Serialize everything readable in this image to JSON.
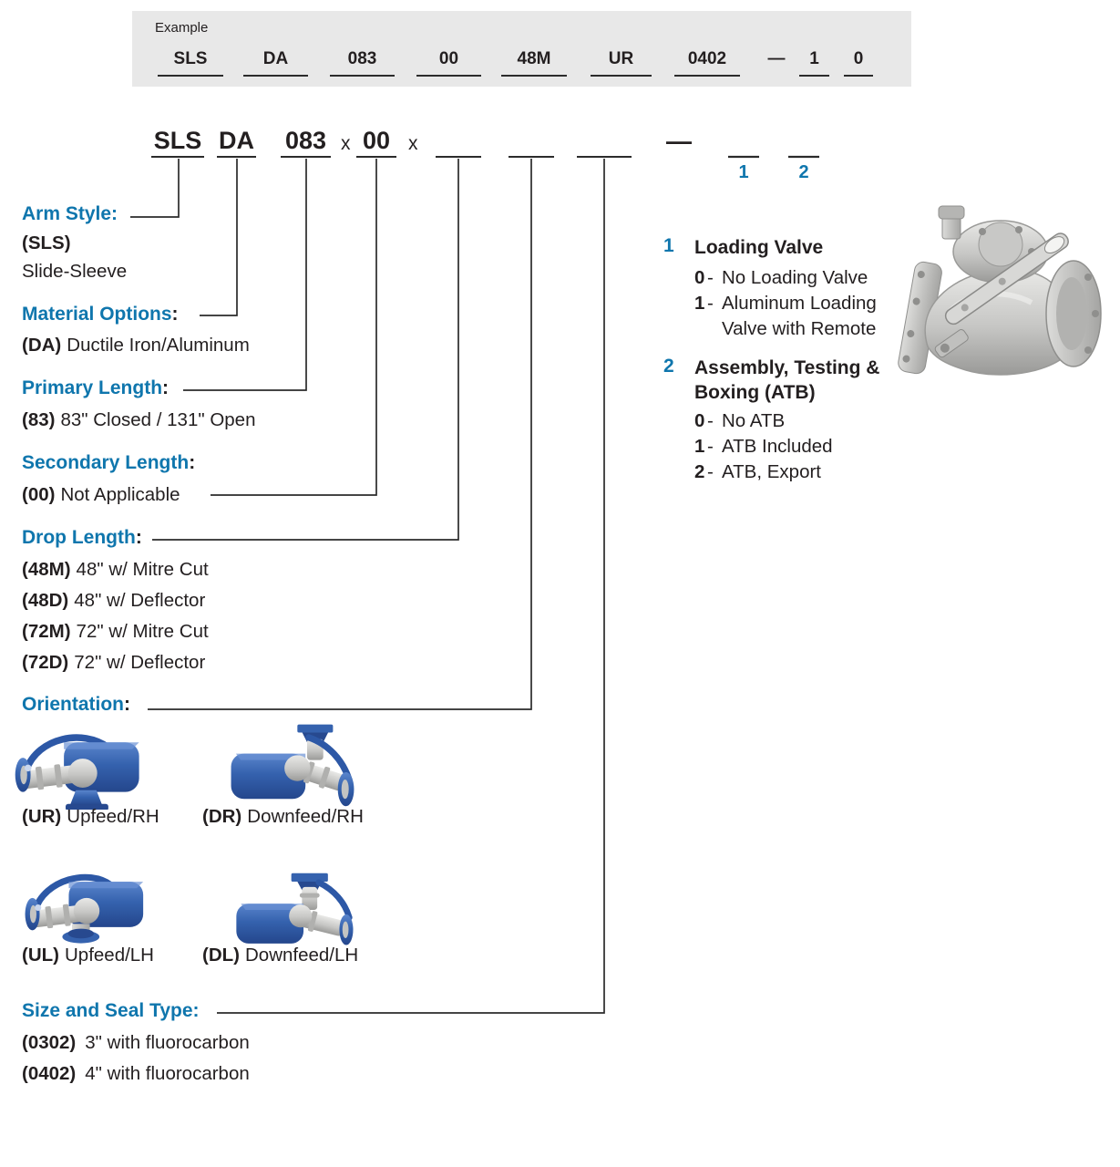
{
  "colors": {
    "blue": "#0f76ad",
    "text": "#231f20",
    "bar_bg": "#e8e8e8",
    "line": "#2b2b2b",
    "arm_blue": "#3562ae",
    "arm_blue_dark": "#27498f",
    "pipe_gray": "#c9c9c6"
  },
  "example": {
    "title": "Example",
    "segments": [
      "SLS",
      "DA",
      "083",
      "00",
      "48M",
      "UR",
      "0402",
      "—",
      "1",
      "0"
    ]
  },
  "code_line": {
    "seg1": "SLS",
    "seg2": "DA",
    "seg3": "083",
    "sep": "x",
    "seg4": "00",
    "dash": "—",
    "ref1": "1",
    "ref2": "2"
  },
  "left": {
    "arm_style": {
      "label": "Arm Style",
      "colon": ":",
      "code": "(SLS)",
      "desc": "Slide-Sleeve"
    },
    "material_options": {
      "label": "Material Options",
      "colon": ":",
      "options": [
        {
          "code": "(DA)",
          "desc": "Ductile Iron/Aluminum"
        }
      ]
    },
    "primary_length": {
      "label": "Primary Length",
      "colon": ":",
      "options": [
        {
          "code": "(83)",
          "desc": "83\" Closed / 131\" Open"
        }
      ]
    },
    "secondary_length": {
      "label": "Secondary Length",
      "colon": ":",
      "options": [
        {
          "code": "(00)",
          "desc": "Not Applicable"
        }
      ]
    },
    "drop_length": {
      "label": "Drop Length",
      "colon": ":",
      "options": [
        {
          "code": "(48M)",
          "desc": "48\" w/ Mitre Cut"
        },
        {
          "code": "(48D)",
          "desc": "48\" w/ Deflector"
        },
        {
          "code": "(72M)",
          "desc": "72\" w/ Mitre Cut"
        },
        {
          "code": "(72D)",
          "desc": "72\" w/ Deflector"
        }
      ]
    },
    "orientation": {
      "label": "Orientation",
      "colon": ":",
      "items": [
        {
          "code": "(UR)",
          "desc": "Upfeed/RH"
        },
        {
          "code": "(DR)",
          "desc": "Downfeed/RH"
        },
        {
          "code": "(UL)",
          "desc": "Upfeed/LH"
        },
        {
          "code": "(DL)",
          "desc": "Downfeed/LH"
        }
      ]
    },
    "size_seal": {
      "label": "Size and Seal Type",
      "colon": ":",
      "options": [
        {
          "code": "(0302)",
          "desc": "3\" with fluorocarbon"
        },
        {
          "code": "(0402)",
          "desc": "4\" with fluorocarbon"
        }
      ]
    }
  },
  "right": {
    "sep": "-",
    "loading_valve": {
      "num": "1",
      "title": "Loading Valve",
      "options": [
        {
          "code": "0",
          "desc": "No Loading Valve"
        },
        {
          "code": "1",
          "desc": "Aluminum Loading Valve with Remote"
        }
      ]
    },
    "atb": {
      "num": "2",
      "title_line1": "Assembly, Testing &",
      "title_line2": "Boxing (ATB)",
      "options": [
        {
          "code": "0",
          "desc": "No ATB"
        },
        {
          "code": "1",
          "desc": "ATB Included"
        },
        {
          "code": "2",
          "desc": "ATB, Export"
        }
      ]
    }
  }
}
